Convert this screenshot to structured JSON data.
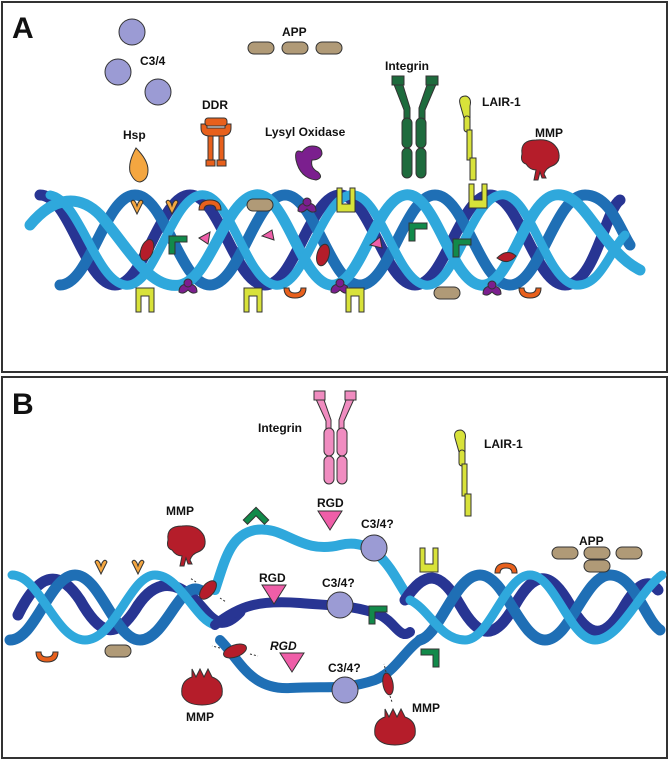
{
  "panel_a": {
    "letter": "A",
    "labels": {
      "c34": "C3/4",
      "app": "APP",
      "integrin": "Integrin",
      "lair1": "LAIR-1",
      "hsp": "Hsp",
      "ddr": "DDR",
      "lysyl_oxidase": "Lysyl Oxidase",
      "mmp": "MMP"
    }
  },
  "panel_b": {
    "letter": "B",
    "labels": {
      "integrin": "Integrin",
      "lair1": "LAIR-1",
      "mmp": "MMP",
      "rgd": "RGD",
      "c34_query": "C3/4?",
      "app": "APP"
    }
  },
  "colors": {
    "strand_light": "#2fa8dc",
    "strand_mid": "#1f6fb5",
    "strand_dark": "#283593",
    "c34": "#9b9bd4",
    "app": "#b09a77",
    "integrin_a": "#1e6b3d",
    "integrin_b": "#f08cc0",
    "lair1": "#d8e23a",
    "hsp": "#f4a640",
    "ddr": "#e8601c",
    "lysyl_oxidase": "#7b1f8e",
    "mmp": "#b51d2a",
    "rgd": "#ef5ea8",
    "green_site": "#128a4a"
  }
}
